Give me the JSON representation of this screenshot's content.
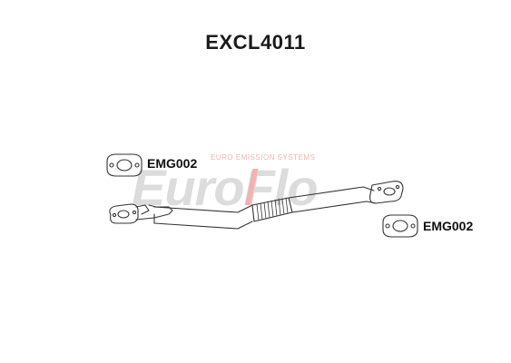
{
  "title": "EXCL4011",
  "parts": [
    {
      "label": "EMG002"
    },
    {
      "label": "EMG002"
    }
  ],
  "watermark": {
    "brand": "EuroFlo",
    "tagline": "EURO EMISSION SYSTEMS"
  },
  "colors": {
    "watermark_grey": "#d7d7d7",
    "watermark_red": "#e8a0a0",
    "line": "#333333"
  }
}
